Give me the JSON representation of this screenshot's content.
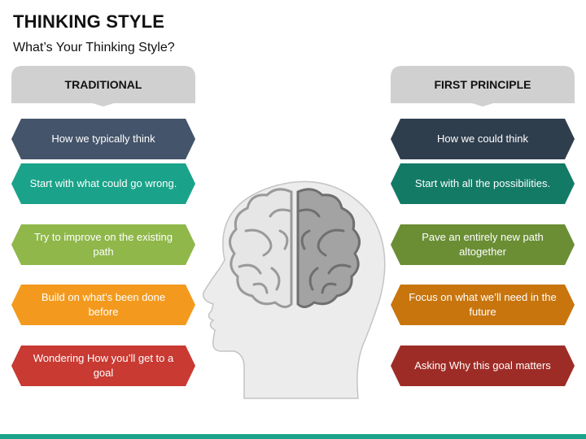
{
  "title": "THINKING STYLE",
  "subtitle": "What’s Your Thinking Style?",
  "left": {
    "header": "TRADITIONAL",
    "items": [
      {
        "text": "How we typically think",
        "color": "#44546a"
      },
      {
        "text": "Start with what could go wrong.",
        "color": "#1aa38a"
      },
      {
        "text": "Try to improve on the existing path",
        "color": "#8fb74a"
      },
      {
        "text": "Build on what’s been done before",
        "color": "#f39a1e"
      },
      {
        "text": "Wondering How you’ll get to a goal",
        "color": "#c83a32"
      }
    ]
  },
  "right": {
    "header": "FIRST PRINCIPLE",
    "items": [
      {
        "text": "How we could think",
        "color": "#2f3e4d"
      },
      {
        "text": "Start with all the possibilities.",
        "color": "#137a66"
      },
      {
        "text": "Pave an entirely new path altogether",
        "color": "#6b8e35"
      },
      {
        "text": "Focus on what we’ll need in the future",
        "color": "#c8750e"
      },
      {
        "text": "Asking Why this goal matters",
        "color": "#9e2c26"
      }
    ]
  },
  "colors": {
    "header_fill": "#d0d0d0",
    "head_fill": "#ececec",
    "brain_left": "#e6e6e6",
    "brain_right": "#a3a3a3",
    "accent_bar": "#1aa38a"
  }
}
